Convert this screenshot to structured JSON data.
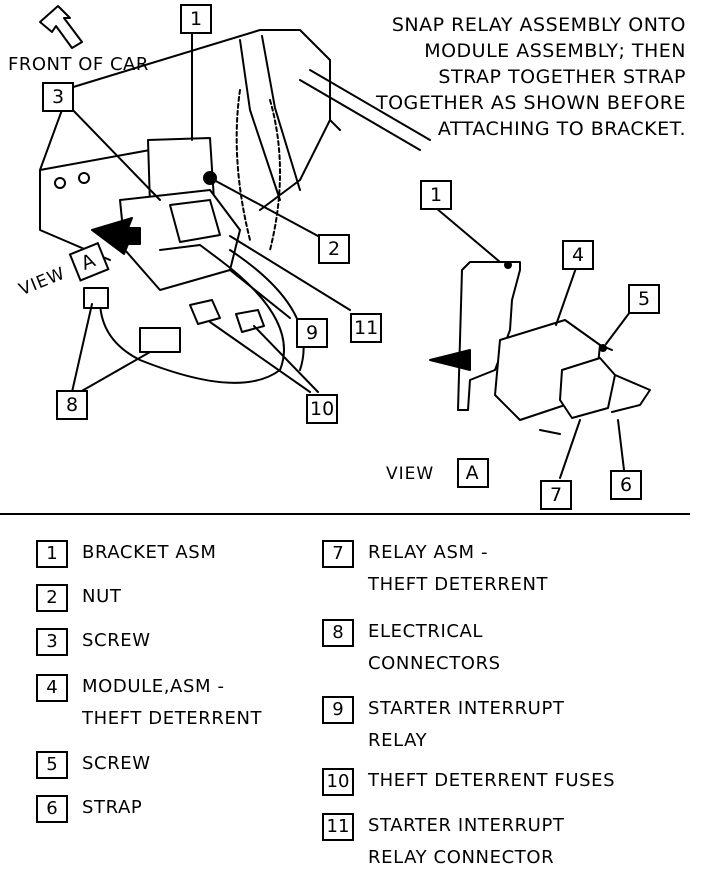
{
  "instruction_lines": [
    "SNAP RELAY ASSEMBLY ONTO",
    "MODULE ASSEMBLY; THEN",
    "STRAP TOGETHER STRAP",
    "TOGETHER AS SHOWN BEFORE",
    "ATTACHING TO BRACKET."
  ],
  "front_of_car": "FRONT OF CAR",
  "view_label_main": "VIEW",
  "view_label_detail": "VIEW",
  "view_letter": "A",
  "callouts": {
    "c1": "1",
    "c2": "2",
    "c3": "3",
    "c8": "8",
    "c9": "9",
    "c10": "10",
    "c11": "11",
    "d1": "1",
    "d4": "4",
    "d5": "5",
    "d6": "6",
    "d7": "7"
  },
  "legend": [
    {
      "num": "1",
      "line1": "BRACKET ASM",
      "line2": ""
    },
    {
      "num": "2",
      "line1": "NUT",
      "line2": ""
    },
    {
      "num": "3",
      "line1": "SCREW",
      "line2": ""
    },
    {
      "num": "4",
      "line1": "MODULE,ASM -",
      "line2": "THEFT DETERRENT"
    },
    {
      "num": "5",
      "line1": "SCREW",
      "line2": ""
    },
    {
      "num": "6",
      "line1": "STRAP",
      "line2": ""
    },
    {
      "num": "7",
      "line1": "RELAY ASM -",
      "line2": "THEFT DETERRENT"
    },
    {
      "num": "8",
      "line1": "ELECTRICAL",
      "line2": "CONNECTORS"
    },
    {
      "num": "9",
      "line1": "STARTER INTERRUPT",
      "line2": "RELAY"
    },
    {
      "num": "10",
      "line1": "THEFT DETERRENT FUSES",
      "line2": ""
    },
    {
      "num": "11",
      "line1": "STARTER INTERRUPT",
      "line2": "RELAY CONNECTOR"
    }
  ]
}
